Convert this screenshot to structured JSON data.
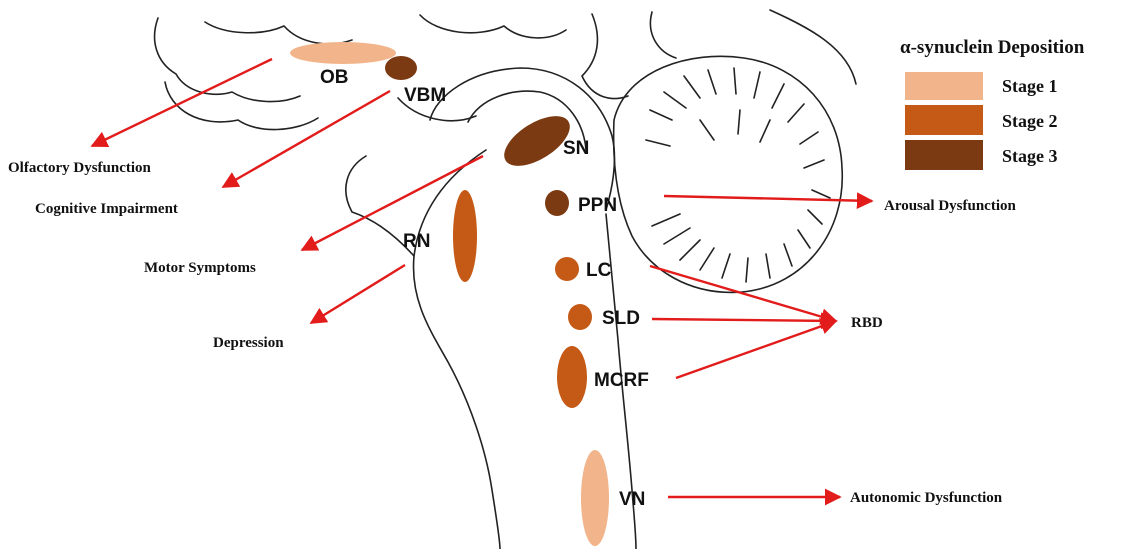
{
  "legend": {
    "title": "α-synuclein Deposition",
    "stages": [
      {
        "label": "Stage 1",
        "color": "#f2b48a"
      },
      {
        "label": "Stage 2",
        "color": "#c55a16"
      },
      {
        "label": "Stage 3",
        "color": "#7b3a12"
      }
    ]
  },
  "regions": {
    "ob": "OB",
    "vbm": "VBM",
    "sn": "SN",
    "ppn": "PPN",
    "rn": "RN",
    "lc": "LC",
    "sld": "SLD",
    "mcrf": "MCRF",
    "vn": "VN"
  },
  "symptoms": {
    "olfactory": "Olfactory Dysfunction",
    "cognitive": "Cognitive Impairment",
    "motor": "Motor Symptoms",
    "depression": "Depression",
    "arousal": "Arousal Dysfunction",
    "rbd": "RBD",
    "autonomic": "Autonomic Dysfunction"
  },
  "colors": {
    "arrow": "#e21b1b",
    "outline": "#222222"
  }
}
